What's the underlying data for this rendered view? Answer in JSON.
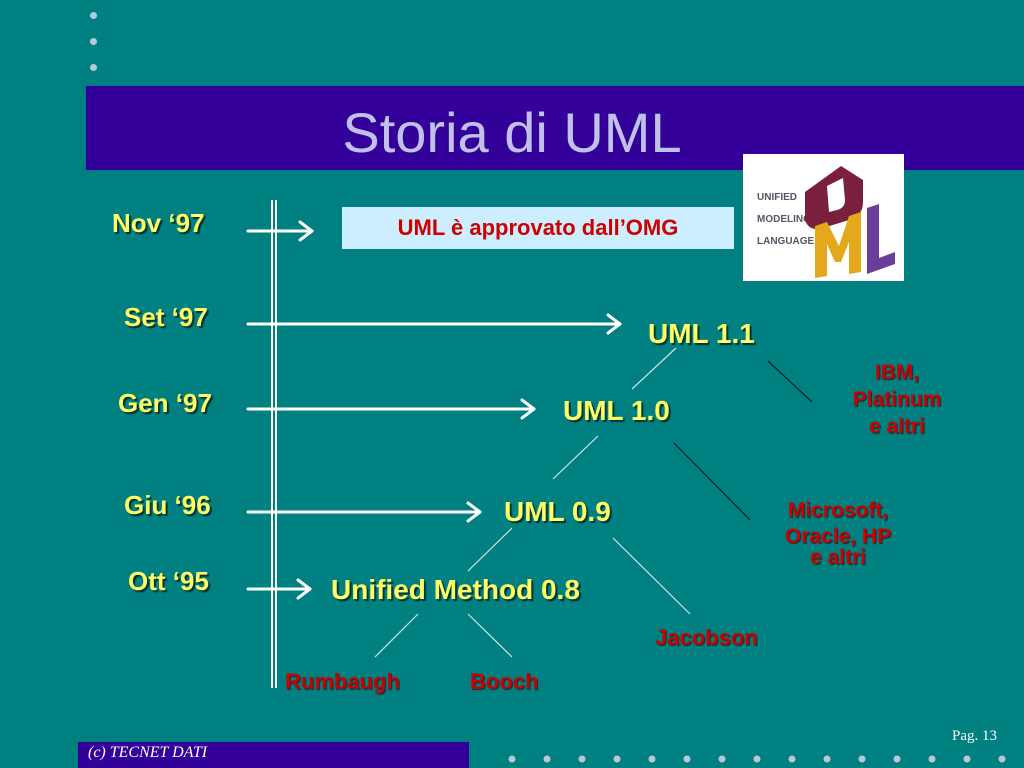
{
  "slide": {
    "title": "Storia di UML",
    "approval_box": "UML è approvato dall’OMG",
    "footer": "(c)  TECNET DATI",
    "page_number": "Pag. 13"
  },
  "logo": {
    "line1": "UNIFIED",
    "line2": "MODELING",
    "line3": "LANGUAGE",
    "letter_u": "U",
    "letter_m": "M",
    "letter_l": "L"
  },
  "timeline": {
    "dates": [
      "Nov ‘97",
      "Set ‘97",
      "Gen ‘97",
      "Giu ‘96",
      "Ott ‘95"
    ],
    "versions": [
      "UML 1.1",
      "UML 1.0",
      "UML 0.9",
      "Unified Method 0.8"
    ]
  },
  "contributors": {
    "rumbaugh": "Rumbaugh",
    "booch": "Booch",
    "jacobson": "Jacobson",
    "microsoft_line1": "Microsoft,",
    "microsoft_line2": "Oracle, HP",
    "microsoft_line3": "e altri",
    "ibm_line1": "IBM,",
    "ibm_line2": "Platinum",
    "ibm_line3": "e altri"
  },
  "colors": {
    "background": "#008080",
    "title_band": "#330099",
    "date_text": "#ffff66",
    "contributor_text": "#cc0000",
    "approval_box": "#cceeff"
  }
}
